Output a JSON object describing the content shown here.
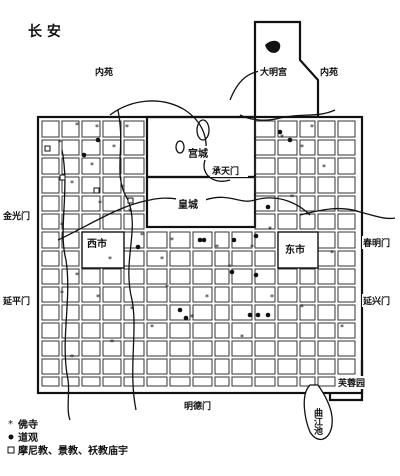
{
  "map": {
    "title": "长 安",
    "labels": {
      "nei_yuan_left": "内苑",
      "nei_yuan_right": "内苑",
      "daming_palace": "大明宫",
      "palace_city": "宫城",
      "chengtian_gate": "承天门",
      "imperial_city": "皇城",
      "west_market": "西市",
      "east_market": "东市",
      "jinguang_gate": "金光门",
      "chunming_gate": "春明门",
      "yanping_gate": "延平门",
      "yanxing_gate": "延兴门",
      "mingde_gate": "明德门",
      "furong_garden": "芙蓉园",
      "qujiang_pond": "曲江池"
    },
    "legend": [
      {
        "symbol": "cross",
        "label": "佛寺"
      },
      {
        "symbol": "dot",
        "label": "道观"
      },
      {
        "symbol": "square",
        "label": "摩尼教、景教、袄教庙宇"
      }
    ],
    "colors": {
      "ink": "#111111",
      "paper": "#ffffff"
    }
  }
}
